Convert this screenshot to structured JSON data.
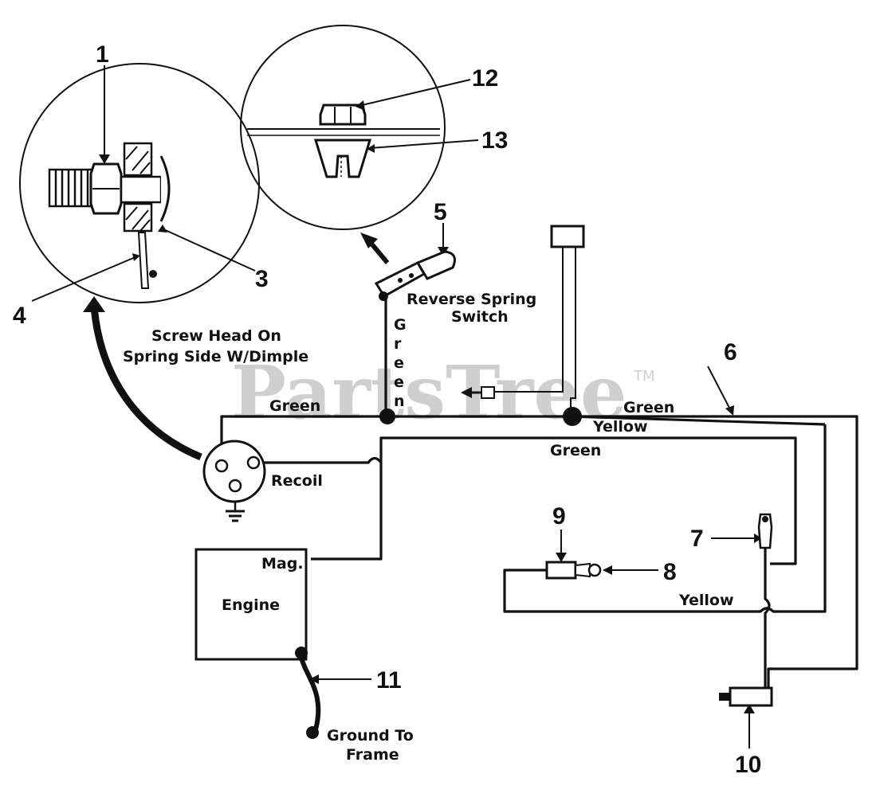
{
  "watermark": {
    "text": "PartsTree",
    "mark": "TM"
  },
  "callouts": {
    "n1": "1",
    "n3": "3",
    "n4": "4",
    "n5": "5",
    "n6": "6",
    "n7": "7",
    "n8": "8",
    "n9": "9",
    "n10": "10",
    "n11": "11",
    "n12": "12",
    "n13": "13"
  },
  "labels": {
    "screw_note_1": "Screw Head On",
    "screw_note_2": "Spring Side W/Dimple",
    "reverse_switch_1": "Reverse Spring",
    "reverse_switch_2": "Switch",
    "recoil": "Recoil",
    "mag": "Mag.",
    "engine": "Engine",
    "ground_1": "Ground To",
    "ground_2": "Frame"
  },
  "wires": {
    "green_top_left": "Green",
    "green_top_right": "Green",
    "yellow_top": "Yellow",
    "green_middle": "Green",
    "yellow_bottom": "Yellow",
    "green_vertical": [
      "G",
      "r",
      "e",
      "e",
      "n"
    ]
  }
}
